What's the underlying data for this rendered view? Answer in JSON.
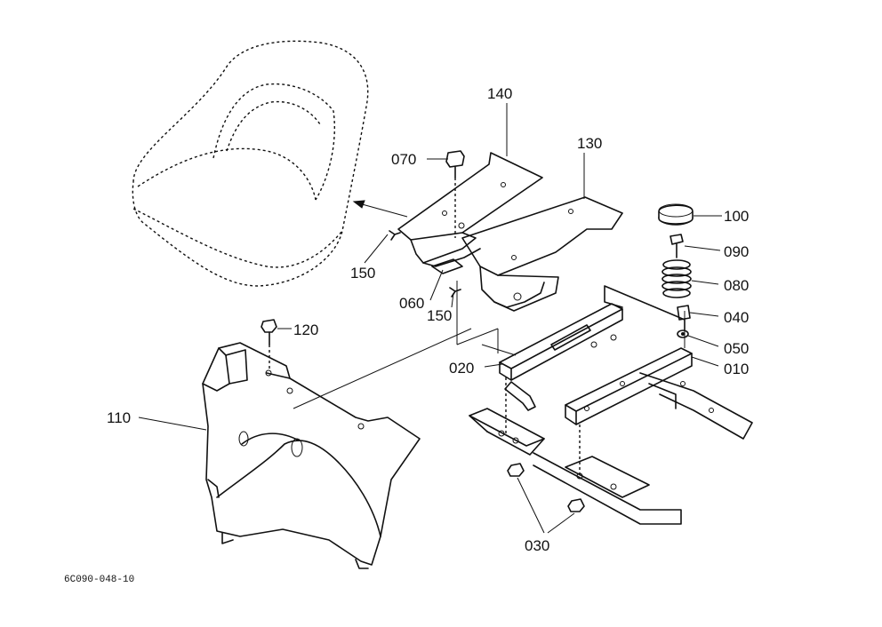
{
  "labels": {
    "p010": "010",
    "p020": "020",
    "p030": "030",
    "p040": "040",
    "p050": "050",
    "p060": "060",
    "p070": "070",
    "p080": "080",
    "p090": "090",
    "p100": "100",
    "p110": "110",
    "p120": "120",
    "p130": "130",
    "p140": "140",
    "p150a": "150",
    "p150b": "150"
  },
  "drawing_code": "6C090-048-10"
}
